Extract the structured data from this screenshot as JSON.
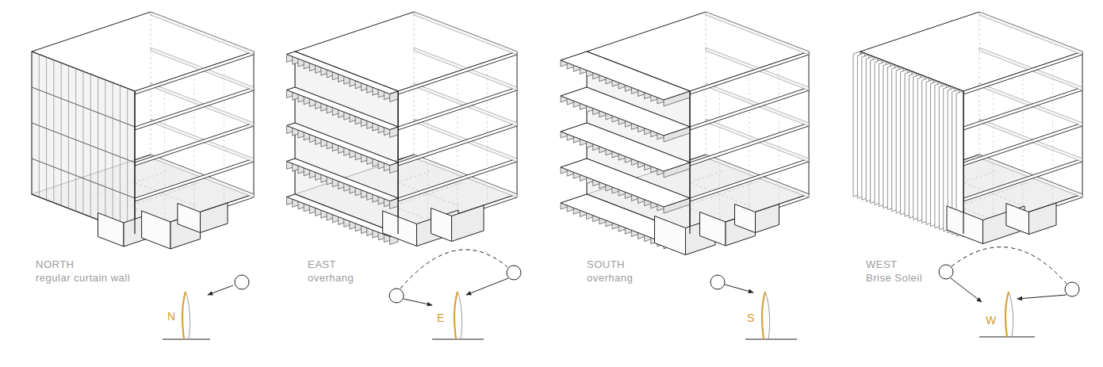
{
  "diagram": {
    "labels": [
      "NORTH",
      "regular curtain wall",
      "N",
      "EAST",
      "overhang",
      "E",
      "SOUTH",
      "overhang",
      "S",
      "WEST",
      "Brise Soleil",
      "W"
    ]
  }
}
